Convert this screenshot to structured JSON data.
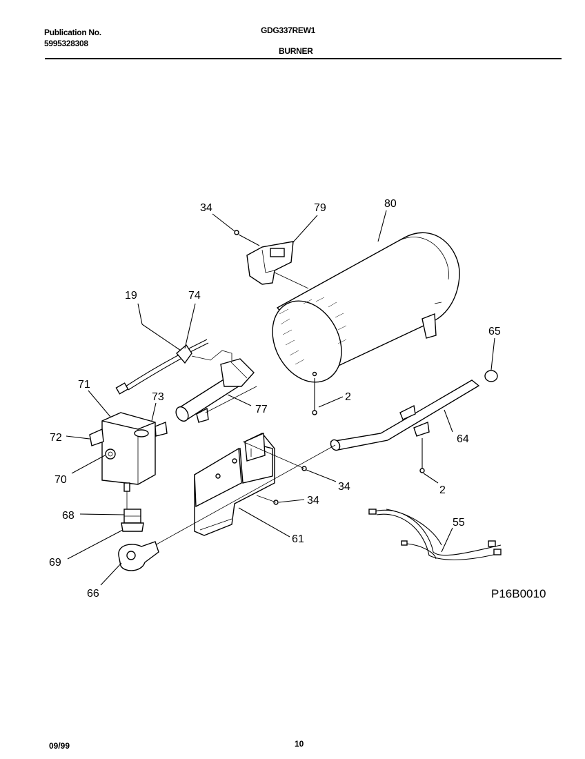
{
  "header": {
    "publication_label": "Publication No.",
    "publication_number": "5995328308",
    "model": "GDG337REW1",
    "section": "BURNER"
  },
  "footer": {
    "date": "09/99",
    "page": "10"
  },
  "diagram": {
    "figure_code": "P16B0010",
    "callouts": {
      "c80": "80",
      "c79": "79",
      "c34a": "34",
      "c19": "19",
      "c74": "74",
      "c65": "65",
      "c71": "71",
      "c73": "73",
      "c77": "77",
      "c2a": "2",
      "c72": "72",
      "c64": "64",
      "c70": "70",
      "c34b": "34",
      "c2b": "2",
      "c34c": "34",
      "c68": "68",
      "c55": "55",
      "c61": "61",
      "c69": "69",
      "c66": "66"
    }
  }
}
